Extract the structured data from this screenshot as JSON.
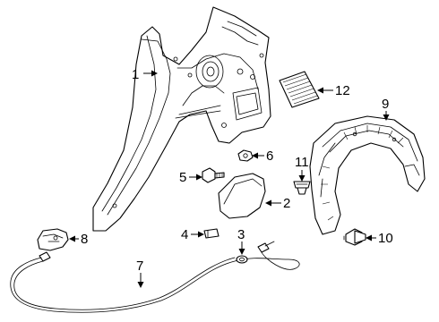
{
  "callouts": [
    {
      "id": "1",
      "label": "1"
    },
    {
      "id": "2",
      "label": "2"
    },
    {
      "id": "3",
      "label": "3"
    },
    {
      "id": "4",
      "label": "4"
    },
    {
      "id": "5",
      "label": "5"
    },
    {
      "id": "6",
      "label": "6"
    },
    {
      "id": "7",
      "label": "7"
    },
    {
      "id": "8",
      "label": "8"
    },
    {
      "id": "9",
      "label": "9"
    },
    {
      "id": "10",
      "label": "10"
    },
    {
      "id": "11",
      "label": "11"
    },
    {
      "id": "12",
      "label": "12"
    }
  ]
}
